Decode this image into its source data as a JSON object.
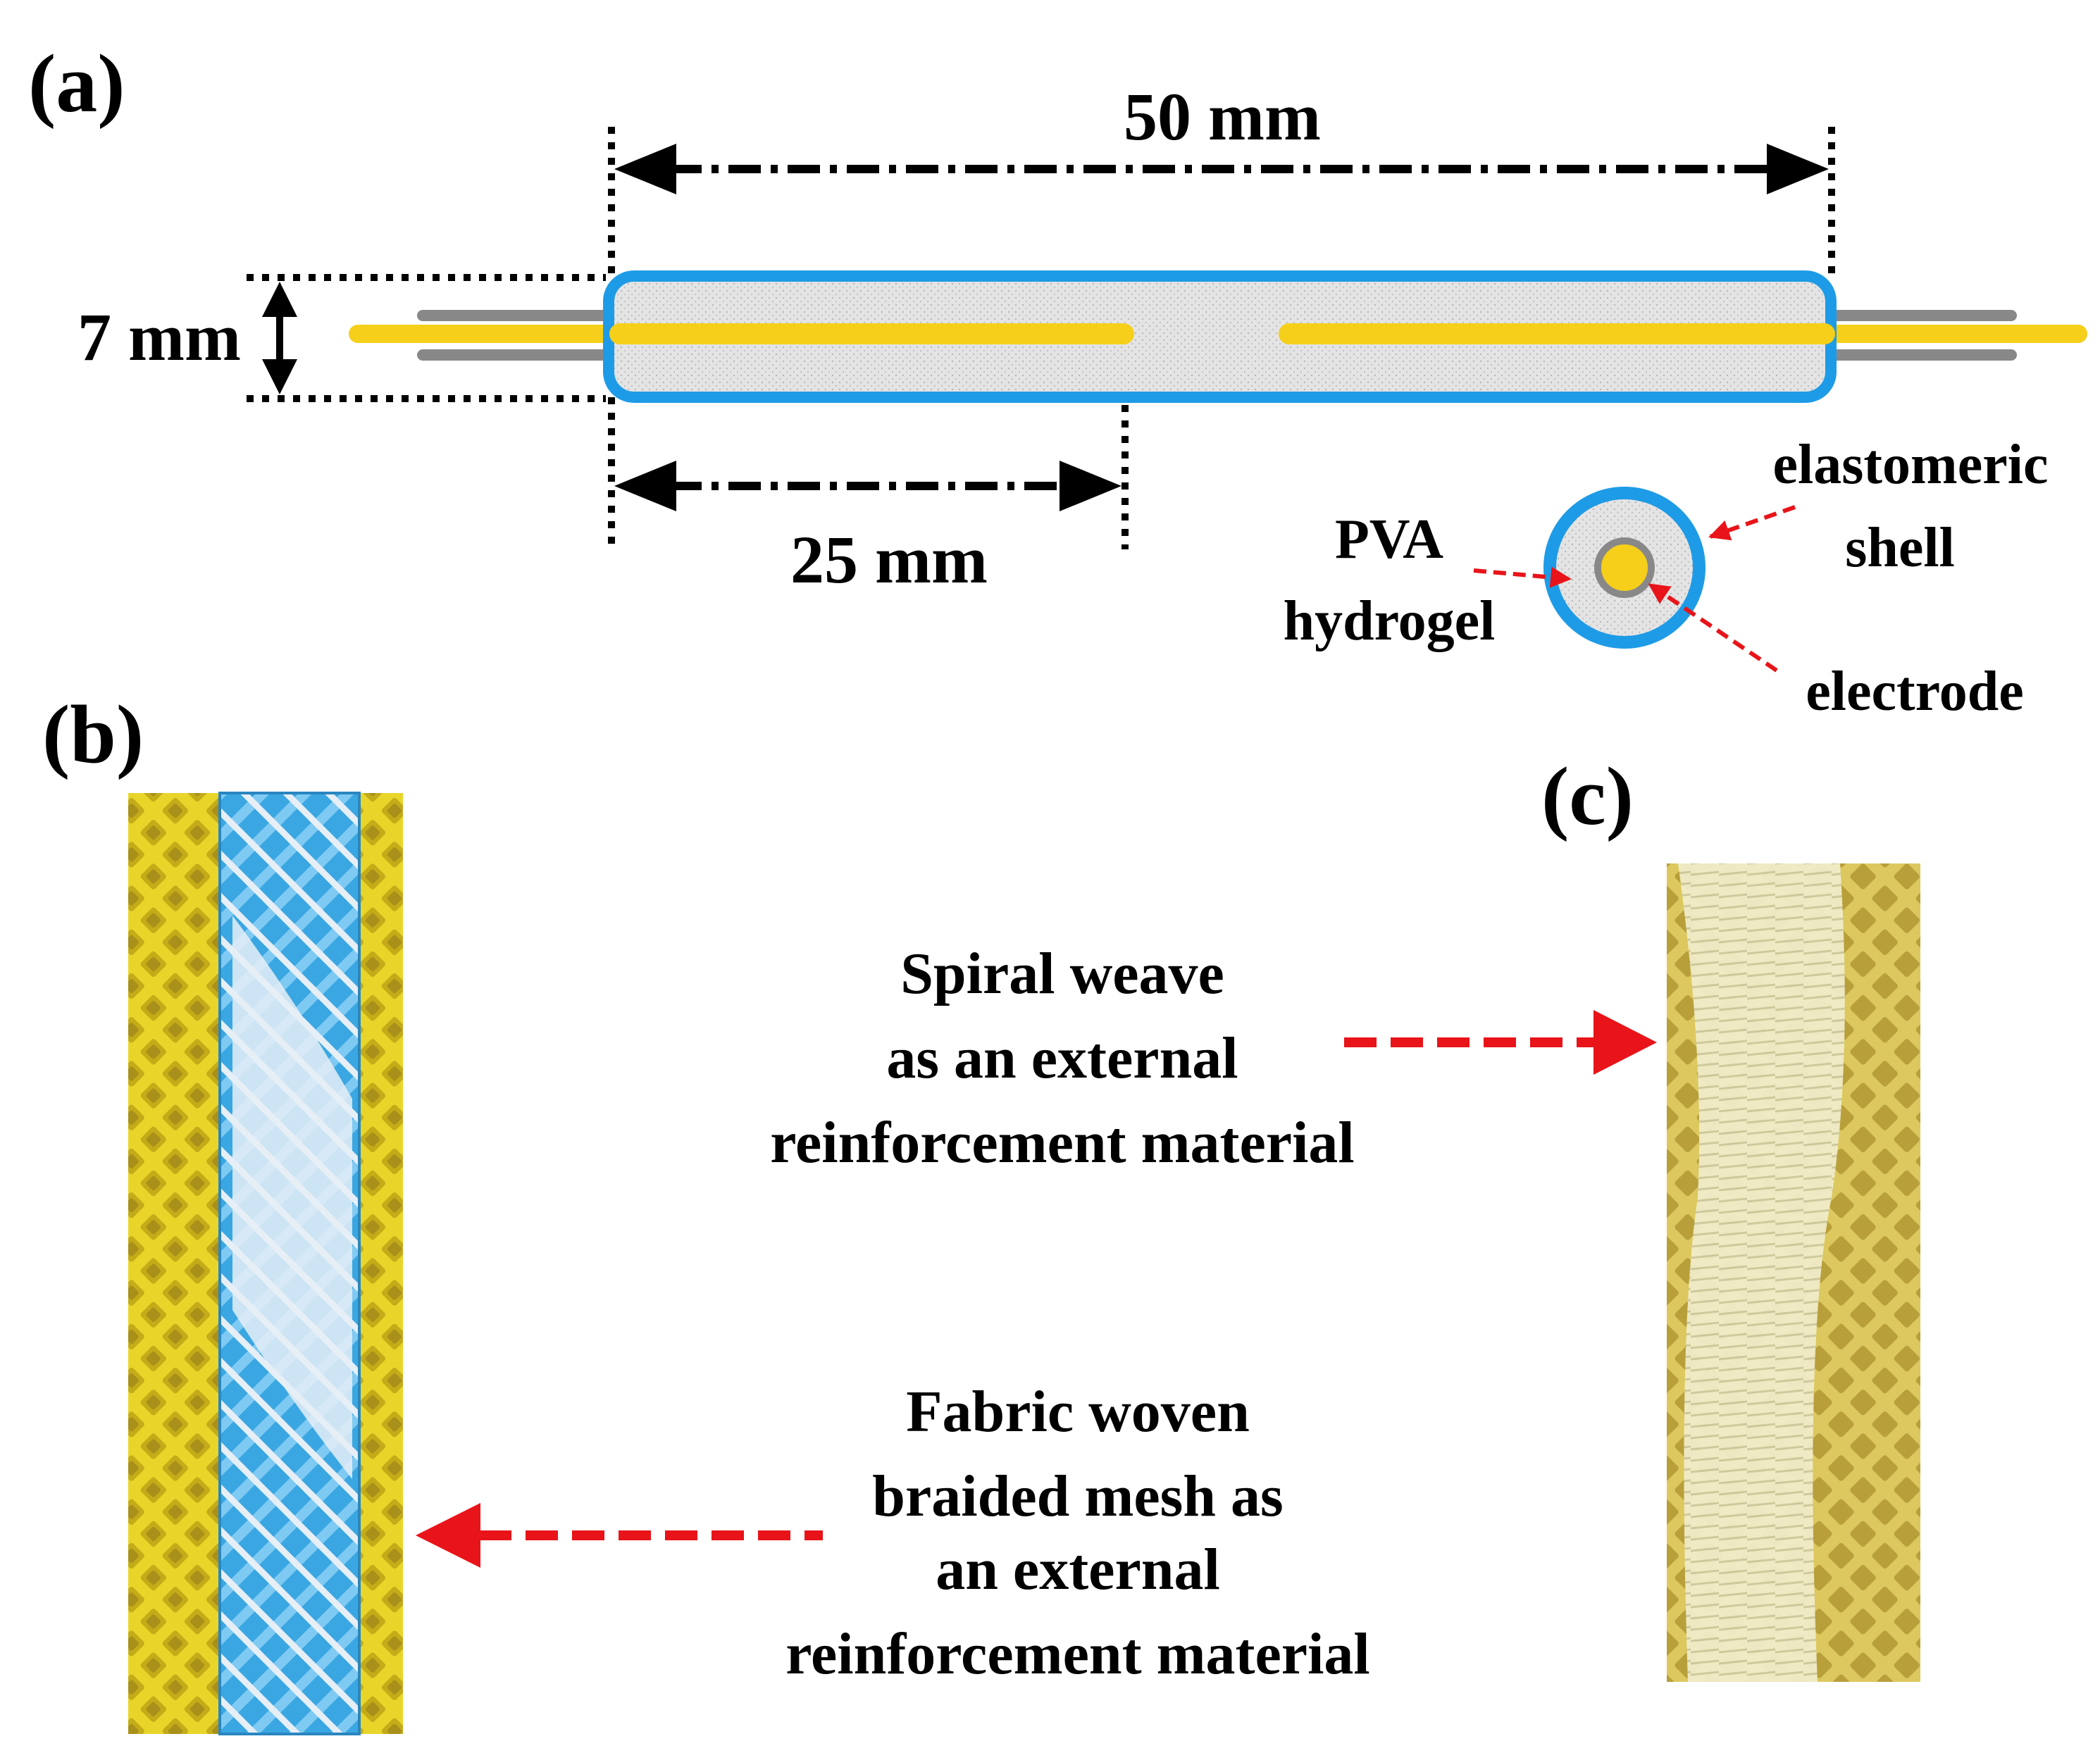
{
  "panels": {
    "a": "(a)",
    "b": "(b)",
    "c": "(c)"
  },
  "dimensions": {
    "length_total": "50 mm",
    "length_half": "25 mm",
    "diameter": "7 mm"
  },
  "cross_section_labels": {
    "shell_line1": "elastomeric",
    "shell_line2": "shell",
    "hydrogel_line1": "PVA",
    "hydrogel_line2": "hydrogel",
    "electrode": "electrode"
  },
  "annotations": {
    "spiral": [
      "Spiral weave",
      "as an external",
      "reinforcement material"
    ],
    "braided": [
      "Fabric woven",
      "braided mesh as",
      "an external",
      "reinforcement material"
    ]
  },
  "colors": {
    "shell_blue": "#1e9be6",
    "hydrogel_grey": "#dcdcdc",
    "electrode_yellow": "#f5cf1a",
    "wire_grey": "#888888",
    "arrow_red": "#e8141a",
    "fabric_yellow": "#e9d52a",
    "spiral_clear": "#f0ecc8"
  }
}
